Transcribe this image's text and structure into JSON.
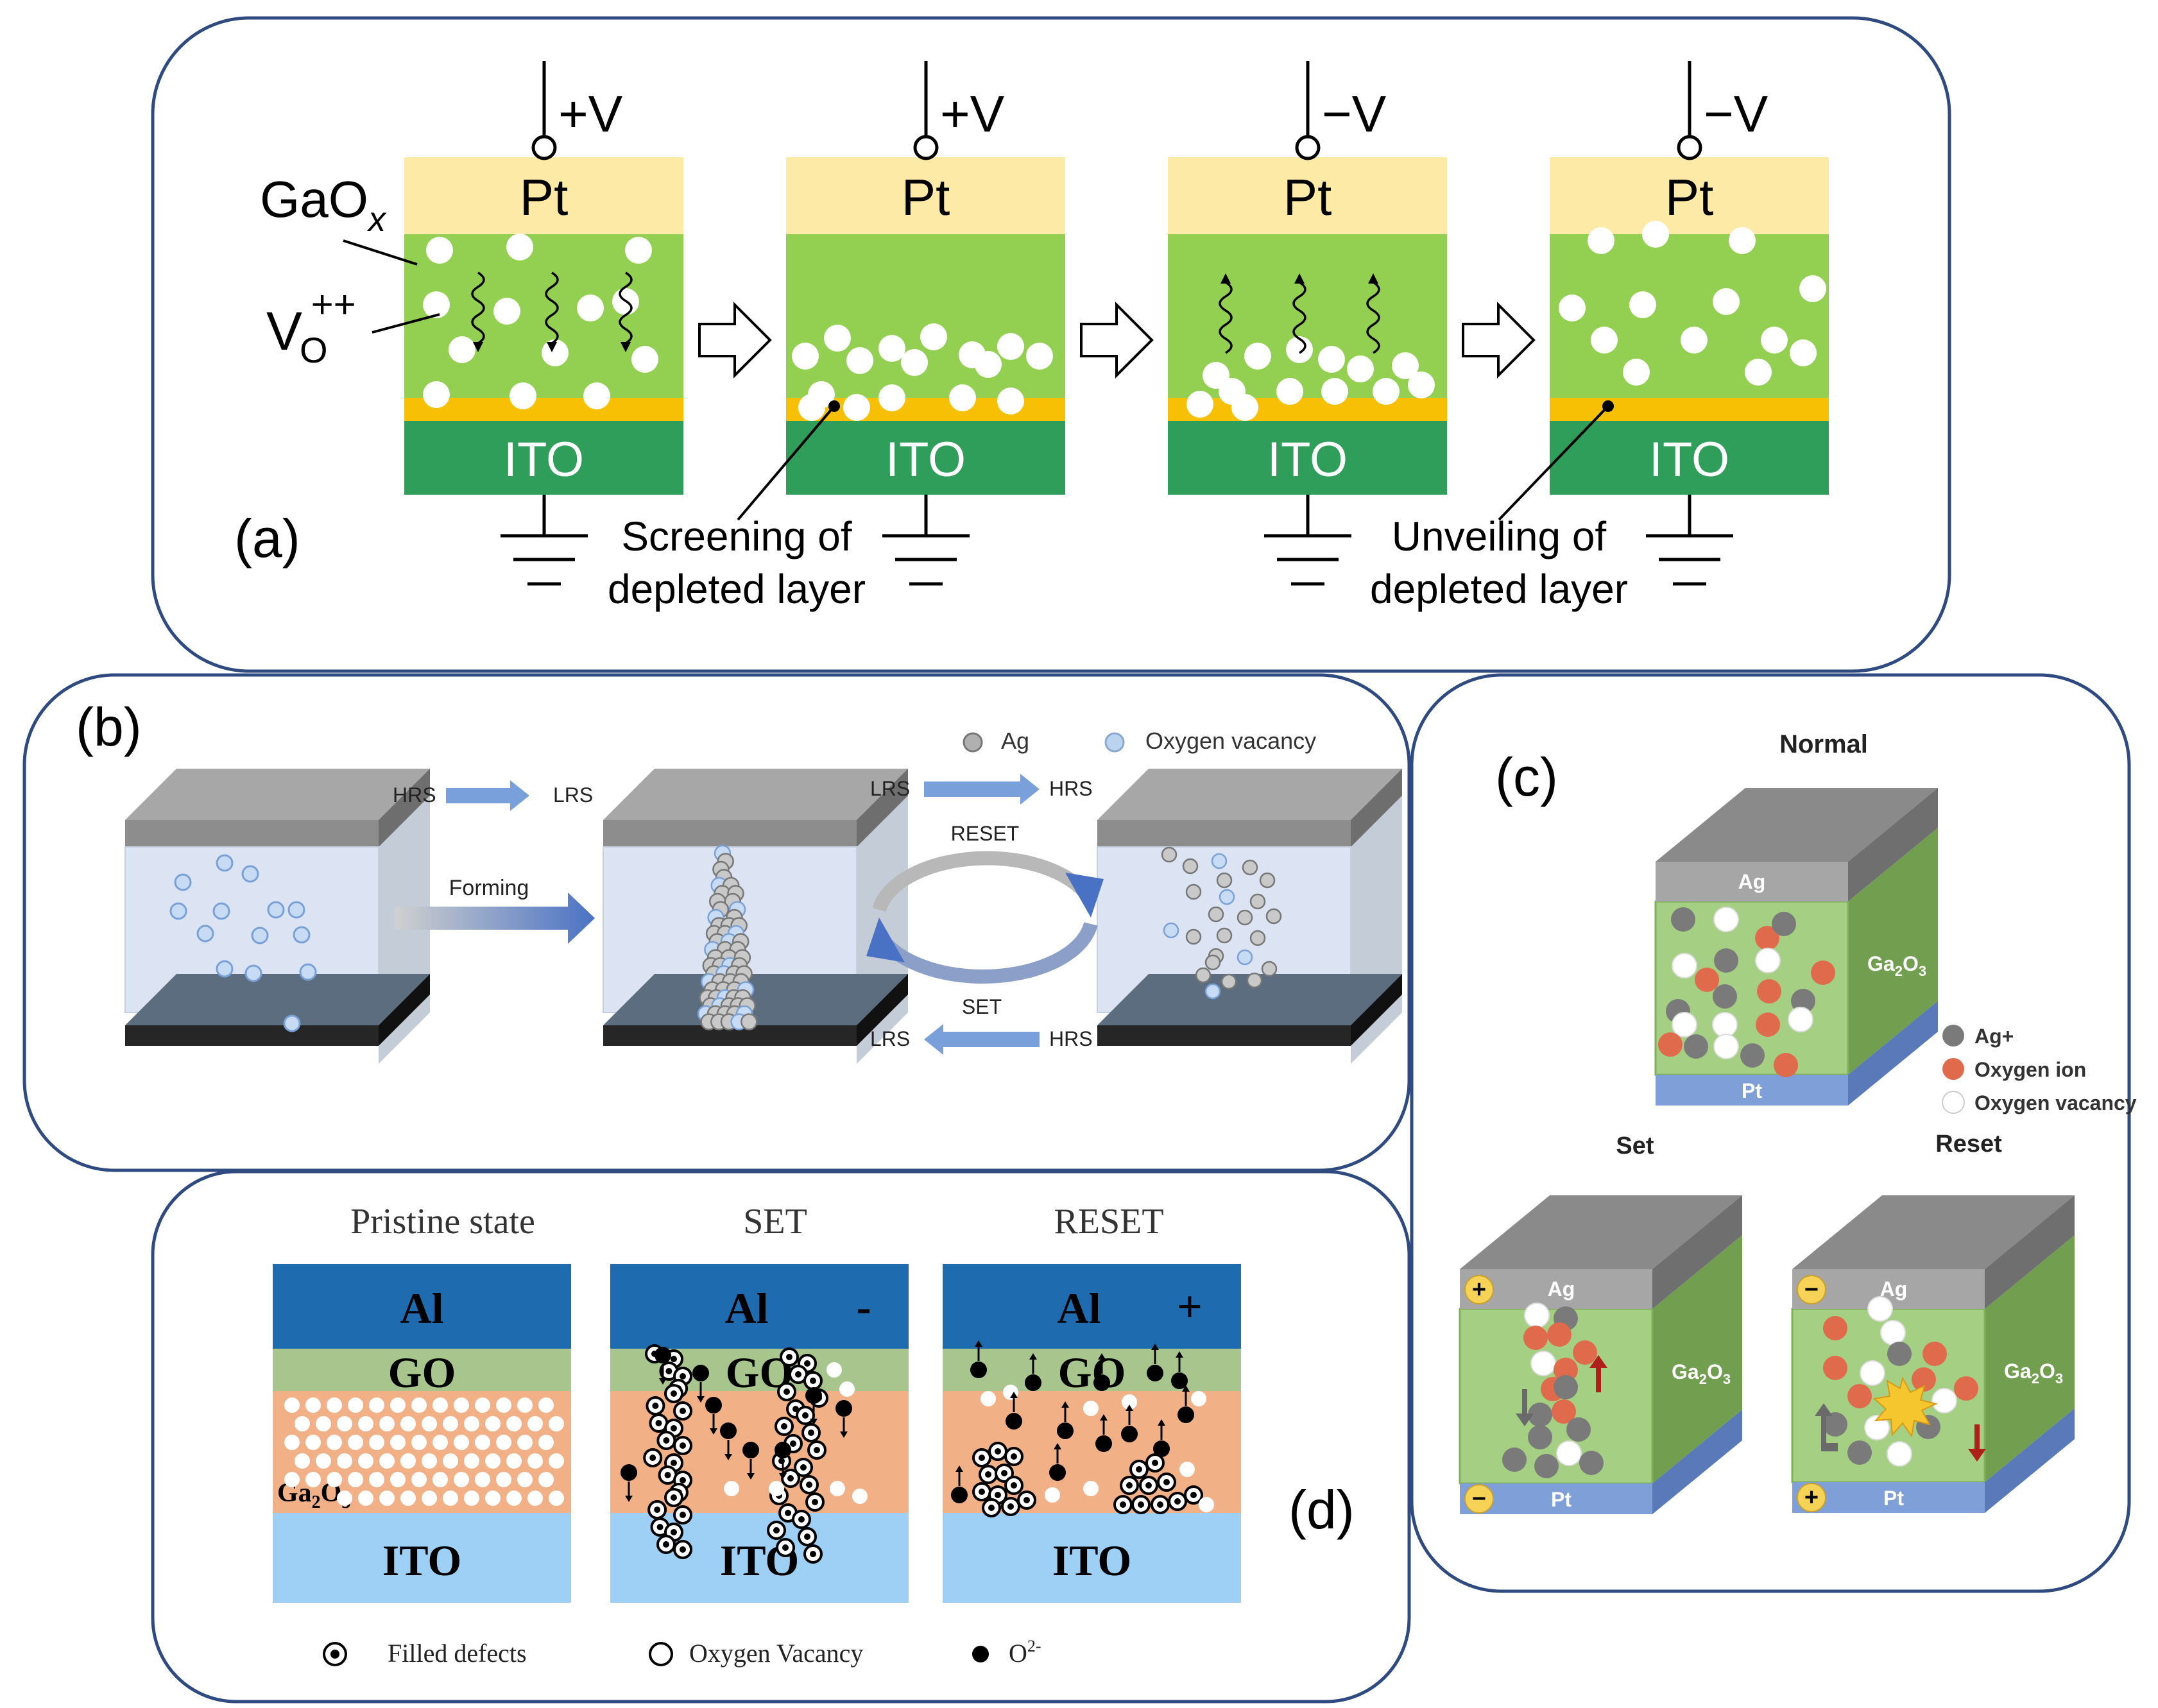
{
  "panel_a": {
    "tag": "(a)",
    "electrode_top": "Pt",
    "electrode_bottom": "ITO",
    "voltages": [
      "+V",
      "+V",
      "−V",
      "−V"
    ],
    "label_gaox": "GaO",
    "label_gaox_sub": "x",
    "label_vo": "V",
    "label_vo_sub": "O",
    "label_vo_sup": "++",
    "annot_screen_1": "Screening of",
    "annot_screen_2": "depleted layer",
    "annot_unveil_1": "Unveiling of",
    "annot_unveil_2": "depleted layer"
  },
  "panel_b": {
    "tag": "(b)",
    "legend_ag": "Ag",
    "legend_ov": "Oxygen vacancy",
    "hrs": "HRS",
    "lrs": "LRS",
    "forming": "Forming",
    "reset": "RESET",
    "set": "SET"
  },
  "panel_c": {
    "tag": "(c)",
    "title_normal": "Normal",
    "title_set": "Set",
    "title_reset": "Reset",
    "top": "Ag",
    "bottom": "Pt",
    "oxide": "Ga",
    "oxide_sub1": "2",
    "oxide_mid": "O",
    "oxide_sub2": "3",
    "legend": [
      "Ag+",
      "Oxygen ion",
      "Oxygen vacancy"
    ],
    "colors": {
      "ag_ion": "#7a7a7a",
      "oxygen_ion": "#e06a4c",
      "vacancy": "#ffffff"
    }
  },
  "panel_d": {
    "tag": "(d)",
    "titles": [
      "Pristine state",
      "SET",
      "RESET"
    ],
    "layer_al": "Al",
    "layer_go": "GO",
    "layer_ito": "ITO",
    "ga2o3": "Ga",
    "ga2o3_sub1": "2",
    "ga2o3_mid": "O",
    "ga2o3_sub2": "3",
    "sign_set": "-",
    "sign_reset": "+",
    "legend_filled": "Filled defects",
    "legend_vacancy": "Oxygen Vacancy",
    "legend_o2": "O",
    "legend_o2_sup": "2-"
  }
}
